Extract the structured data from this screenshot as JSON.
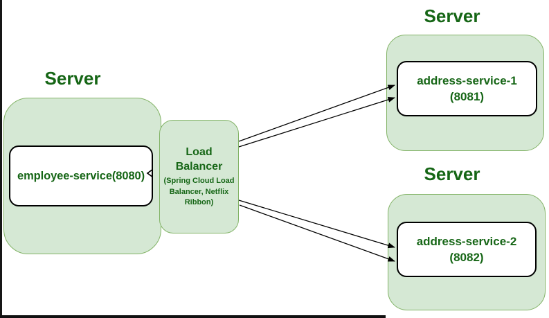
{
  "diagram": {
    "left_server": {
      "title": "Server",
      "service": "employee-service(8080)"
    },
    "top_right_server": {
      "title": "Server",
      "service_name": "address-service-1",
      "service_port": "(8081)"
    },
    "bottom_right_server": {
      "title": "Server",
      "service_name": "address-service-2",
      "service_port": "(8082)"
    },
    "load_balancer": {
      "title": "Load Balancer",
      "subtitle_line1": "(Spring Cloud Load",
      "subtitle_line2": "Balancer, Netflix",
      "subtitle_line3": "Ribbon)"
    },
    "connections": [
      {
        "from": "load-balancer",
        "to": "employee-service(8080)"
      },
      {
        "from": "load-balancer",
        "to": "address-service-1 (8081)"
      },
      {
        "from": "load-balancer",
        "to": "address-service-1 (8081)"
      },
      {
        "from": "load-balancer",
        "to": "address-service-2 (8082)"
      },
      {
        "from": "load-balancer",
        "to": "address-service-2 (8082)"
      }
    ],
    "colors": {
      "container_fill": "#d5e8d4",
      "container_border": "#82b366",
      "text_green": "#166616",
      "service_box_fill": "#ffffff",
      "service_box_border": "#000000",
      "arrow": "#000000"
    }
  }
}
